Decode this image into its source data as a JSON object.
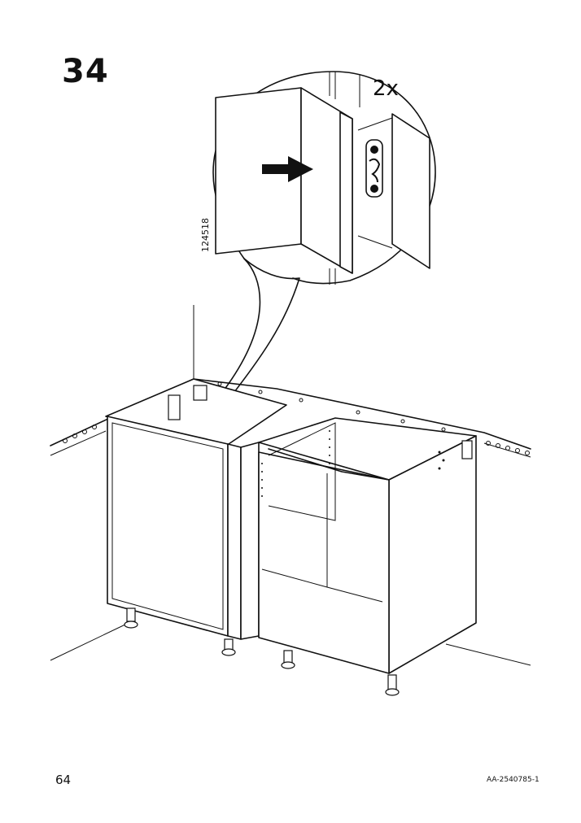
{
  "step": {
    "number": "34"
  },
  "detail": {
    "quantity": "2x",
    "part_number": "124518"
  },
  "footer": {
    "page_number": "64",
    "doc_code": "AA-2540785-1"
  },
  "icons": [
    "push-arrow-icon",
    "hinge-bracket-icon"
  ]
}
